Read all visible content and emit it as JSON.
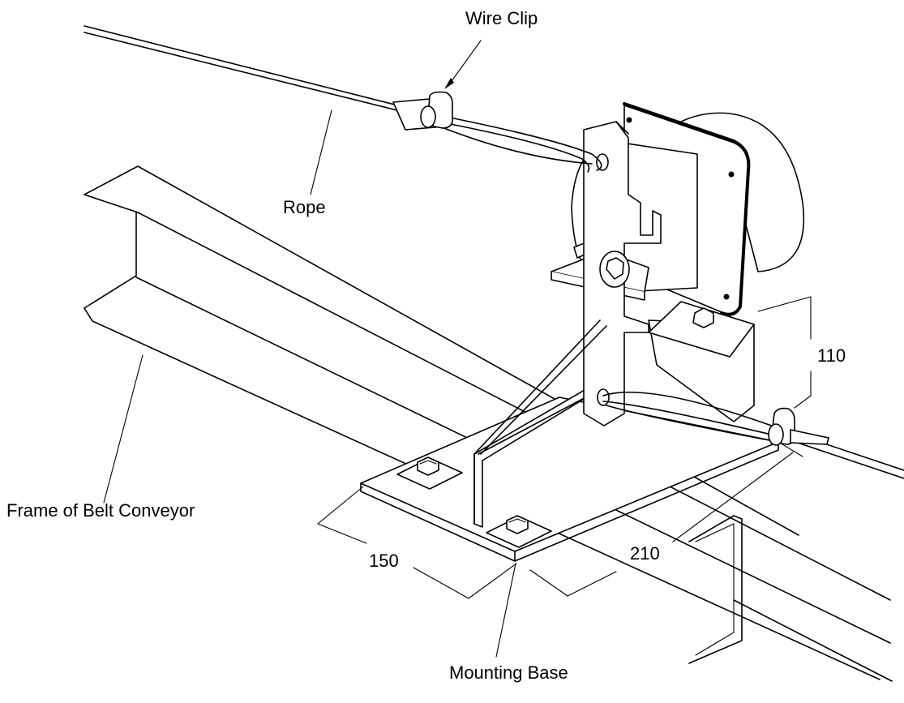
{
  "labels": {
    "wire_clip": "Wire Clip",
    "rope": "Rope",
    "frame": "Frame of Belt Conveyor",
    "mounting_base": "Mounting Base"
  },
  "dimensions": {
    "height": "110",
    "width": "150",
    "length": "210"
  }
}
